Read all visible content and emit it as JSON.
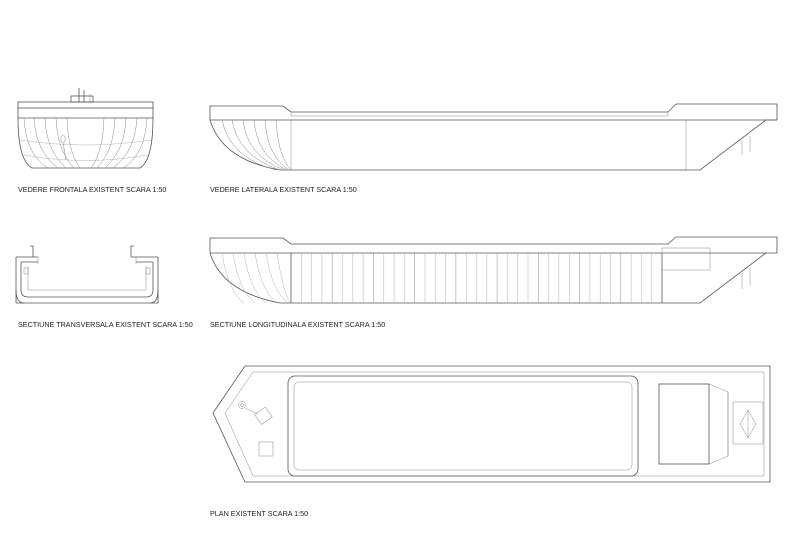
{
  "captions": {
    "front": "VEDERE FRONTALA EXISTENT SCARA 1:50",
    "side": "VEDERE LATERALA EXISTENT SCARA 1:50",
    "transverse": "SECTIUNE TRANSVERSALA EXISTENT SCARA 1:50",
    "longitudinal": "SECTIUNE LONGITUDINALA EXISTENT SCARA 1:50",
    "plan": "PLAN EXISTENT SCARA 1:50"
  },
  "colors": {
    "line": "#555555",
    "text": "#222222",
    "background": "#ffffff"
  }
}
